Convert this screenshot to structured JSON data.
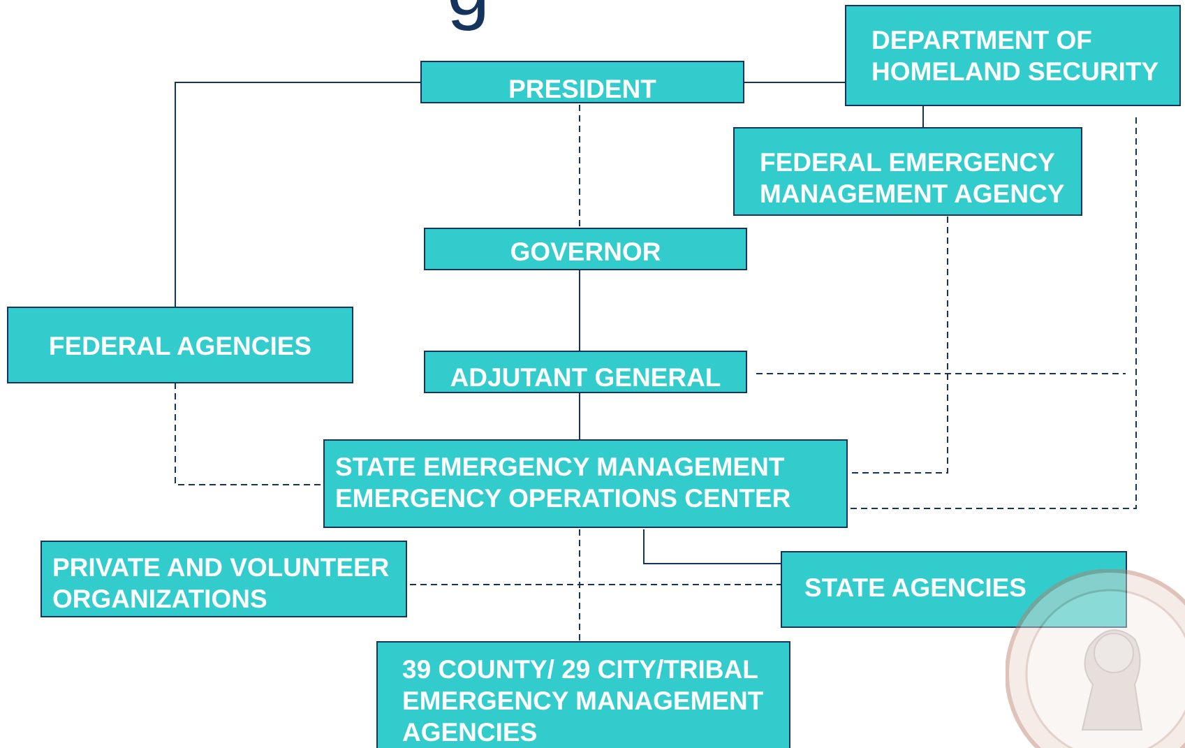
{
  "title_partial": "g",
  "colors": {
    "box_fill": "#33cccc",
    "box_border": "#14345e",
    "line": "#14345e",
    "text": "#ffffff"
  },
  "nodes": {
    "dhs": {
      "line1": "DEPARTMENT OF",
      "line2": "HOMELAND SECURITY"
    },
    "president": {
      "label": "PRESIDENT"
    },
    "fema": {
      "line1": "FEDERAL EMERGENCY",
      "line2": "MANAGEMENT AGENCY"
    },
    "governor": {
      "label": "GOVERNOR"
    },
    "federal_agencies": {
      "label": "FEDERAL AGENCIES"
    },
    "adjutant_general": {
      "label": "ADJUTANT GENERAL"
    },
    "state_em": {
      "line1": "STATE EMERGENCY MANAGEMENT",
      "line2": "EMERGENCY OPERATIONS CENTER"
    },
    "private_volunteer": {
      "line1": "PRIVATE AND VOLUNTEER",
      "line2": "ORGANIZATIONS"
    },
    "state_agencies": {
      "label": "STATE  AGENCIES"
    },
    "local_agencies": {
      "line1": "39 COUNTY/ 29 CITY/TRIBAL",
      "line2": "EMERGENCY MANAGEMENT",
      "line3": "AGENCIES"
    }
  },
  "connections": [
    {
      "from": "president",
      "to": "federal_agencies",
      "style": "solid"
    },
    {
      "from": "president",
      "to": "dhs",
      "style": "solid"
    },
    {
      "from": "dhs",
      "to": "fema",
      "style": "solid"
    },
    {
      "from": "president",
      "to": "governor",
      "style": "dashed"
    },
    {
      "from": "governor",
      "to": "adjutant_general",
      "style": "solid"
    },
    {
      "from": "adjutant_general",
      "to": "state_em",
      "style": "solid"
    },
    {
      "from": "federal_agencies",
      "to": "state_em",
      "style": "dashed"
    },
    {
      "from": "fema",
      "to": "state_em",
      "style": "dashed"
    },
    {
      "from": "dhs",
      "to": "state_em",
      "style": "dashed"
    },
    {
      "from": "dhs",
      "to": "adjutant_general",
      "style": "dashed"
    },
    {
      "from": "state_em",
      "to": "state_agencies",
      "style": "solid"
    },
    {
      "from": "private_volunteer",
      "to": "state_agencies",
      "style": "dashed"
    },
    {
      "from": "state_em",
      "to": "local_agencies",
      "style": "dashed"
    }
  ]
}
